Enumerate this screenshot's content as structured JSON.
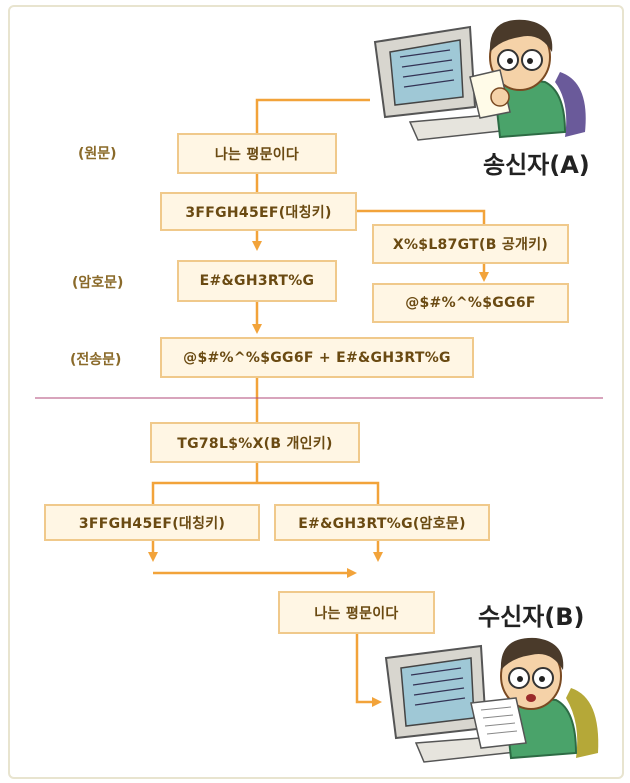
{
  "labels": {
    "plaintext": "(원문)",
    "ciphertext": "(암호문)",
    "transmitted": "(전송문)"
  },
  "boxes": {
    "plain_top": "나는 평문이다",
    "symmetric_key_top": "3FFGH45EF(대칭키)",
    "b_public_key": "X%$L87GT(B 공개키)",
    "cipher_text": "E#&GH3RT%G",
    "encrypted_key": "@$#%^%$GG6F",
    "transmission": "@$#%^%$GG6F + E#&GH3RT%G",
    "b_private_key": "TG78L$%X(B 개인키)",
    "symmetric_key_bottom": "3FFGH45EF(대칭키)",
    "cipher_bottom": "E#&GH3RT%G(암호문)",
    "plain_bottom": "나는 평문이다"
  },
  "actors": {
    "sender": "송신자(A)",
    "receiver": "수신자(B)"
  },
  "colors": {
    "line": "#f2a33a",
    "divider": "#b04a7a",
    "box_fill": "#fff6e4",
    "box_border": "#f0c98b"
  }
}
